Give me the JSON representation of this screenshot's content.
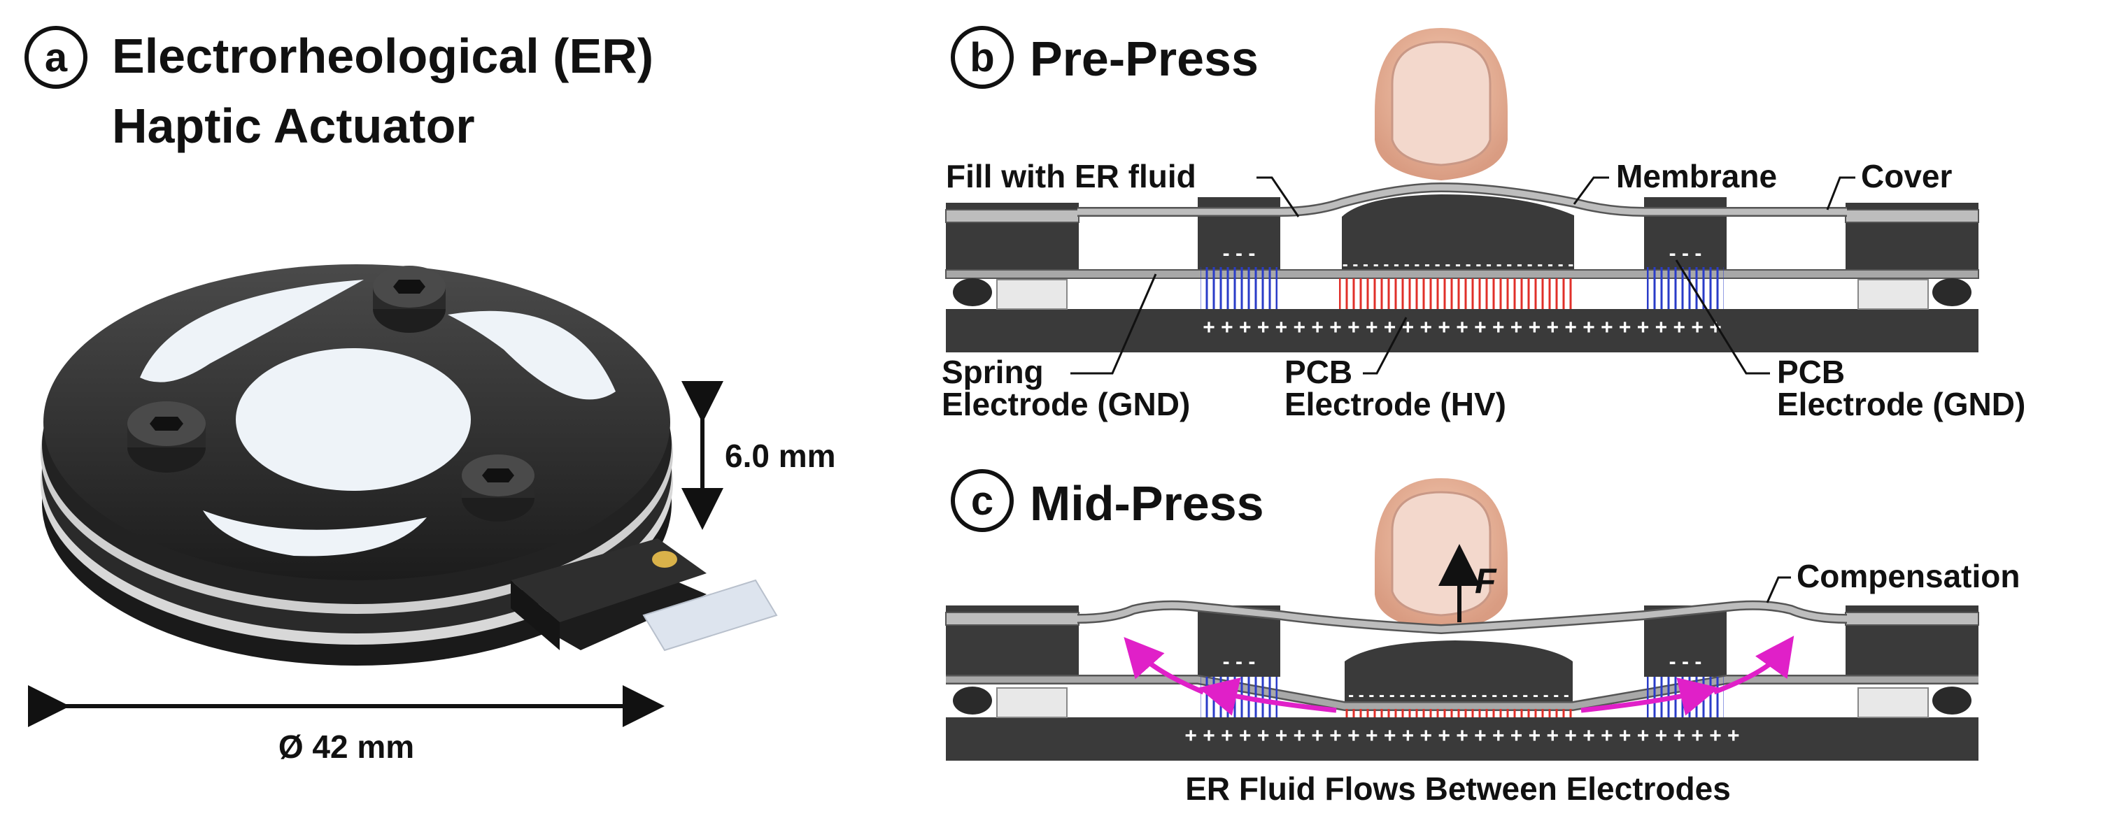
{
  "panel_a": {
    "marker": "a",
    "title_line1": "Electrorheological (ER)",
    "title_line2": "Haptic Actuator",
    "height_label": "6.0 mm",
    "diameter_label": "Ø 42 mm"
  },
  "panel_b": {
    "marker": "b",
    "title": "Pre-Press",
    "fill_label": "Fill with ER fluid",
    "membrane_label": "Membrane",
    "cover_label": "Cover",
    "spring_label_1": "Spring",
    "spring_label_2": "Electrode (GND)",
    "pcb_hv_label_1": "PCB",
    "pcb_hv_label_2": "Electrode (HV)",
    "pcb_gnd_label_1": "PCB",
    "pcb_gnd_label_2": "Electrode (GND)",
    "plus_signs": "+ + + + + + + + + + + + + + + + + + + + + + + + + + + + +",
    "minus_signs_small": "- - -",
    "minus_signs_center": "- - - - - - - - - - - - - - - - - - - - - - -"
  },
  "panel_c": {
    "marker": "c",
    "title": "Mid-Press",
    "force_label": "F",
    "compensation_label": "Compensation",
    "flow_caption": "ER Fluid Flows Between Electrodes",
    "plus_signs": "+ + + + + + + + + + + + + + + + + + + + + + + + + + + + + + +",
    "minus_signs_small": "- - -",
    "minus_signs_center": "- - - - - - - - - - - - - - - - - - - - - -"
  },
  "colors": {
    "dark_body": "#3a3a3a",
    "membrane": "#a8a8a8",
    "hv_field": "#e0302a",
    "gnd_field": "#2a3cc8",
    "flow_arrow": "#e020c8"
  }
}
